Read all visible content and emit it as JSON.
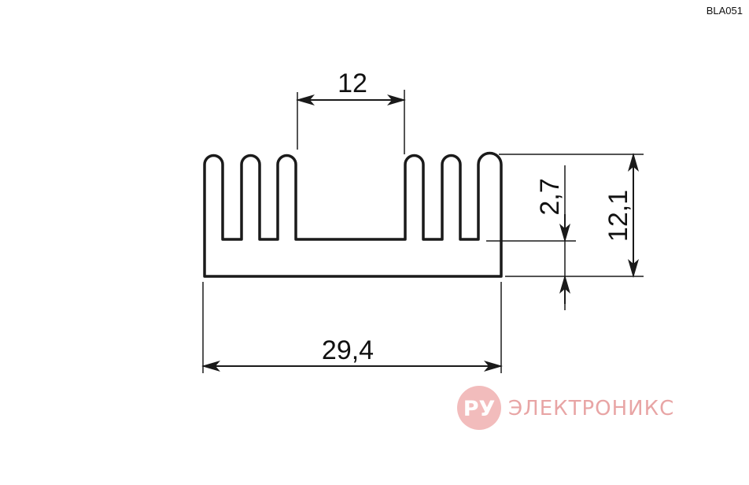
{
  "drawing": {
    "part_code": "BLA051",
    "dimensions": {
      "slot_width": "12",
      "base_thickness": "2,7",
      "total_height": "12,1",
      "total_width": "29,4"
    }
  },
  "watermark": {
    "badge": "РУ",
    "text": "ЭЛЕКТРОНИКС",
    "color": "#e8a5a5",
    "badge_color": "#f2bcbc"
  },
  "colors": {
    "line": "#1a1a1a",
    "background": "#ffffff"
  }
}
